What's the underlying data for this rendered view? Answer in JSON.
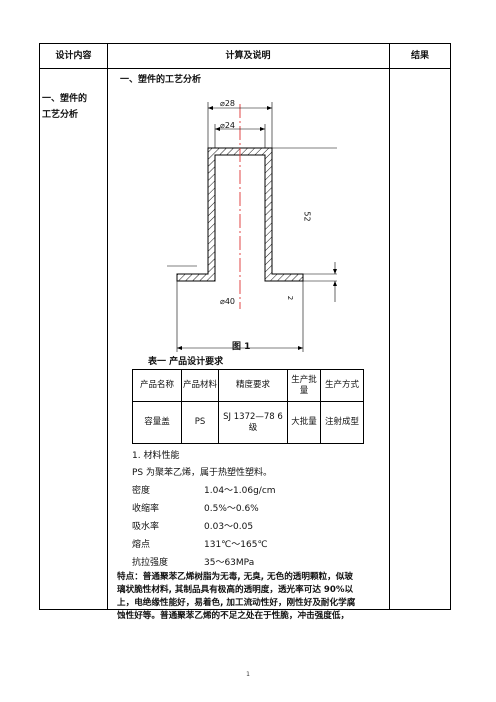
{
  "header": {
    "col1": "设计内容",
    "col2": "计算及说明",
    "col3": "结果"
  },
  "left_section": {
    "line1": "一、塑件的",
    "line2": "工艺分析"
  },
  "section_title": "一、塑件的工艺分析",
  "drawing": {
    "dim_top": "⌀28",
    "dim_inner": "⌀24",
    "dim_bottom": "⌀40",
    "dim_height": "52",
    "dim_flange": "2"
  },
  "figure_caption": "图 1",
  "table_caption": "表一    产品设计要求",
  "product_table": {
    "headers": [
      "产品名称",
      "产品材料",
      "精度要求",
      "生产批量",
      "生产方式"
    ],
    "row": [
      "容量盖",
      "PS",
      "SJ 1372—78 6 级",
      "大批量",
      "注射成型"
    ]
  },
  "material": {
    "heading": "1. 材料性能",
    "intro": "PS 为聚苯乙烯，属于热塑性塑料。",
    "props": [
      {
        "name": "密度",
        "value": "1.04～1.06g/cm"
      },
      {
        "name": "收缩率",
        "value": "0.5%～0.6%"
      },
      {
        "name": "吸水率",
        "value": "0.03～0.05"
      },
      {
        "name": "熔点",
        "value": "131℃～165℃"
      },
      {
        "name": "抗拉强度",
        "value": "35～63MPa"
      }
    ]
  },
  "features": {
    "line1": "特点：普通聚苯乙烯树脂为无毒, 无臭, 无色的透明颗粒，似玻",
    "line2": "璃状脆性材料, 其制品具有极高的透明度，透光率可达 90%以",
    "line3": "上，电绝缘性能好，易着色, 加工流动性好，刚性好及耐化学腐",
    "line4": "蚀性好等。普通聚苯乙烯的不足之处在于性脆，冲击强度低，"
  },
  "page_number": "1"
}
